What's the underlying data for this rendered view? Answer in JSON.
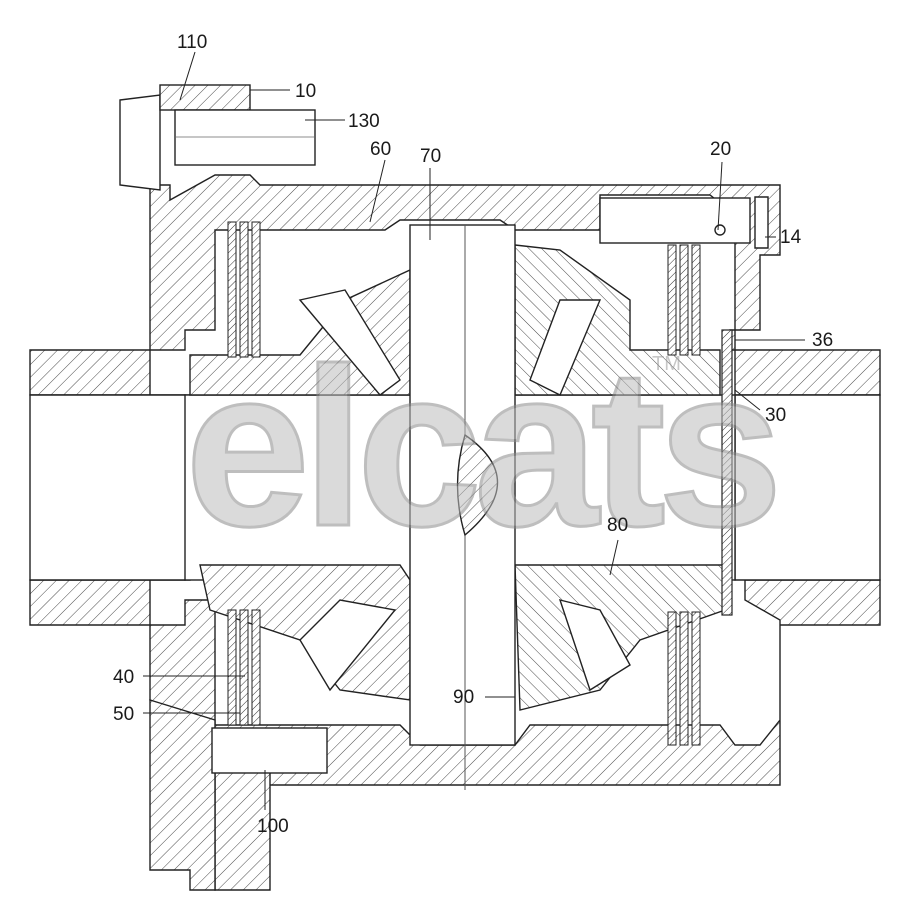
{
  "labels": {
    "l110": "110",
    "l10": "10",
    "l130": "130",
    "l60": "60",
    "l70": "70",
    "l20": "20",
    "l14": "14",
    "l36": "36",
    "l30": "30",
    "l80": "80",
    "l40": "40",
    "l50": "50",
    "l90": "90",
    "l100": "100"
  },
  "watermark": {
    "text": "elcats",
    "trademark": "TM"
  },
  "colors": {
    "line": "#222222",
    "hatch": "#4a4a4a",
    "watermark_fill": "#bdbdbd",
    "watermark_stroke": "#8a8a8a"
  }
}
